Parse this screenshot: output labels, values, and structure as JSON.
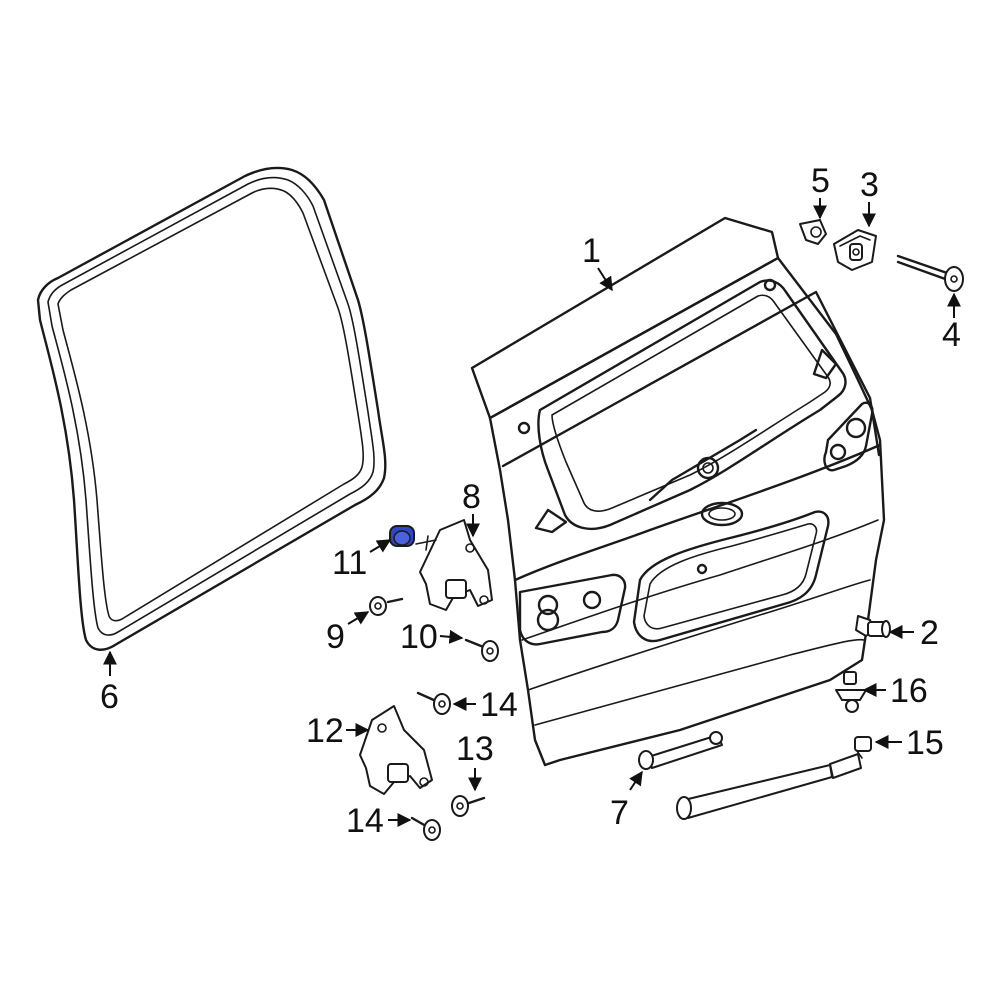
{
  "colors": {
    "line": "#1a1a1a",
    "highlight": "#2f46c8",
    "background": "#ffffff"
  },
  "callouts": {
    "c1": "1",
    "c2": "2",
    "c3": "3",
    "c4": "4",
    "c5": "5",
    "c6": "6",
    "c7": "7",
    "c8": "8",
    "c9": "9",
    "c10": "10",
    "c11": "11",
    "c12": "12",
    "c13": "13",
    "c14a": "14",
    "c14b": "14",
    "c15": "15",
    "c16": "16"
  },
  "highlighted_part": "11"
}
